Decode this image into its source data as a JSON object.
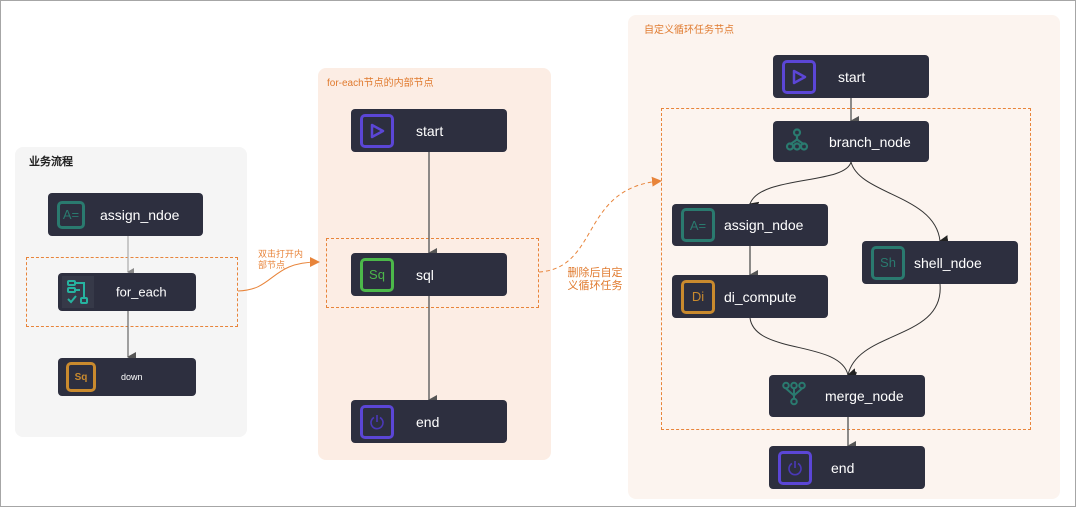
{
  "panels": {
    "business_flow": {
      "title": "业务流程"
    },
    "for_each_inner": {
      "title": "for-each节点的内部节点"
    },
    "custom_loop": {
      "title": "自定义循环任务节点"
    }
  },
  "annotations": {
    "double_click": "双击打开内部节点",
    "after_delete_line1": "删除后自定",
    "after_delete_line2": "义循环任务"
  },
  "colors": {
    "node_bg": "#2d2f3f",
    "accent_orange": "#e8843a",
    "icon_green": "#4cb84a",
    "icon_teal": "#2a7a6f",
    "icon_purple": "#5b46d6",
    "icon_gold": "#c98a2e"
  },
  "business_flow": {
    "nodes": [
      {
        "label": "assign_ndoe",
        "icon": "assign-icon",
        "icon_text": "A="
      },
      {
        "label": "for_each",
        "icon": "for-each-icon"
      },
      {
        "label": "down",
        "icon": "sql-icon",
        "icon_text": "Sq"
      }
    ]
  },
  "for_each_inner": {
    "nodes": [
      {
        "label": "start",
        "icon": "play-icon"
      },
      {
        "label": "sql",
        "icon": "sql-icon",
        "icon_text": "Sq"
      },
      {
        "label": "end",
        "icon": "power-icon"
      }
    ]
  },
  "custom_loop": {
    "nodes": [
      {
        "label": "start",
        "icon": "play-icon"
      },
      {
        "label": "branch_node",
        "icon": "branch-icon"
      },
      {
        "label": "assign_ndoe",
        "icon": "assign-icon",
        "icon_text": "A="
      },
      {
        "label": "di_compute",
        "icon": "di-icon",
        "icon_text": "Di"
      },
      {
        "label": "shell_ndoe",
        "icon": "shell-icon",
        "icon_text": "Sh"
      },
      {
        "label": "merge_node",
        "icon": "merge-icon"
      },
      {
        "label": "end",
        "icon": "power-icon"
      }
    ]
  }
}
